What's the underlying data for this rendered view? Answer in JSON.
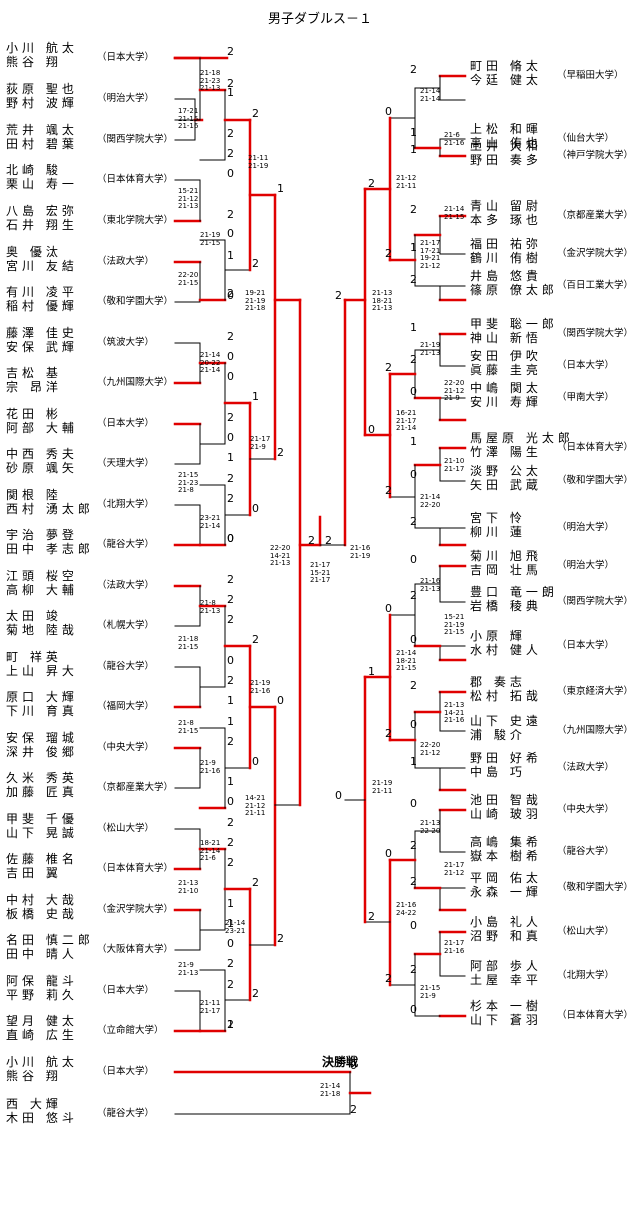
{
  "title": "男子ダブルス－１",
  "final_label": "決勝戦",
  "left_teams": [
    {
      "p1": "小川 航太",
      "p2": "熊谷 翔",
      "uni": "（日本大学）"
    },
    {
      "p1": "荻原 聖也",
      "p2": "野村 波輝",
      "uni": "（明治大学）"
    },
    {
      "p1": "荒井 颯太",
      "p2": "田村 碧葉",
      "uni": "（関西学院大学）"
    },
    {
      "p1": "北崎 駿",
      "p2": "栗山 寿一",
      "uni": "（日本体育大学）"
    },
    {
      "p1": "八島 宏弥",
      "p2": "石井 翔生",
      "uni": "（東北学院大学）"
    },
    {
      "p1": "奥 優汰",
      "p2": "宮川 友結",
      "uni": "（法政大学）"
    },
    {
      "p1": "有川 凌平",
      "p2": "稲村 優輝",
      "uni": "（敬和学園大学）"
    },
    {
      "p1": "藤澤 佳史",
      "p2": "安保 武輝",
      "uni": "（筑波大学）"
    },
    {
      "p1": "吉松 基",
      "p2": "宗 昂洋",
      "uni": "（九州国際大学）"
    },
    {
      "p1": "花田 彬",
      "p2": "阿部 大輔",
      "uni": "（日本大学）"
    },
    {
      "p1": "中西 秀夫",
      "p2": "砂原 颯矢",
      "uni": "（天理大学）"
    },
    {
      "p1": "関根 陸",
      "p2": "西村 湧太郎",
      "uni": "（北翔大学）"
    },
    {
      "p1": "宇治 夢登",
      "p2": "田中 孝志郎",
      "uni": "（龍谷大学）"
    },
    {
      "p1": "江頭 桜空",
      "p2": "高柳 大輔",
      "uni": "（法政大学）"
    },
    {
      "p1": "太田 竣",
      "p2": "菊地 陸哉",
      "uni": "（札幌大学）"
    },
    {
      "p1": "町 祥英",
      "p2": "上山 昇大",
      "uni": "（龍谷大学）"
    },
    {
      "p1": "原口 大輝",
      "p2": "下川 育真",
      "uni": "（福岡大学）"
    },
    {
      "p1": "安保 瑠城",
      "p2": "深井 俊郷",
      "uni": "（中央大学）"
    },
    {
      "p1": "久米 秀英",
      "p2": "加藤 匠真",
      "uni": "（京都産業大学）"
    },
    {
      "p1": "甲斐 千優",
      "p2": "山下 晃誠",
      "uni": "（松山大学）"
    },
    {
      "p1": "佐藤 椎名",
      "p2": "吉田 翼",
      "uni": "（日本体育大学）"
    },
    {
      "p1": "中村 大哉",
      "p2": "板橋 史哉",
      "uni": "（金沢学院大学）"
    },
    {
      "p1": "名田 慎二郎",
      "p2": "田中 晴人",
      "uni": "（大阪体育大学）"
    },
    {
      "p1": "阿保 龍斗",
      "p2": "平野 莉久",
      "uni": "（日本大学）"
    },
    {
      "p1": "望月 健太",
      "p2": "直崎 広生",
      "uni": "（立命館大学）"
    }
  ],
  "right_teams": [
    {
      "p1": "町田 脩太",
      "p2": "今廷 健太",
      "uni": "（早稲田大学）"
    },
    {
      "p1": "上松 和暉",
      "p2": "高山 侑也",
      "uni": "（仙台大学）"
    },
    {
      "p1": "土井 大和",
      "p2": "野田 奏多",
      "uni": "（神戸学院大学）"
    },
    {
      "p1": "青山 留尉",
      "p2": "本多 琢也",
      "uni": "（京都産業大学）"
    },
    {
      "p1": "福田 祐弥",
      "p2": "鶴川 侑樹",
      "uni": "（金沢学院大学）"
    },
    {
      "p1": "井島 悠貴",
      "p2": "篠原 僚太郎",
      "uni": "（百日工業大学）"
    },
    {
      "p1": "甲斐 聡一郎",
      "p2": "神山 新悟",
      "uni": "（関西学院大学）"
    },
    {
      "p1": "安田 伊吹",
      "p2": "眞藤 圭亮",
      "uni": "（日本大学）"
    },
    {
      "p1": "中嶋 関太",
      "p2": "安川 寿輝",
      "uni": "（甲南大学）"
    },
    {
      "p1": "馬屋原 光太郎",
      "p2": "竹澤 陽生",
      "uni": "（日本体育大学）"
    },
    {
      "p1": "淡野 公太",
      "p2": "矢田 武蔵",
      "uni": "（敬和学園大学）"
    },
    {
      "p1": "宮下 怜",
      "p2": "柳川 蓮",
      "uni": "（明治大学）"
    },
    {
      "p1": "菊川 旭飛",
      "p2": "吉岡 壮馬",
      "uni": "（明治大学）"
    },
    {
      "p1": "豊口 竜一朗",
      "p2": "岩橋 稜典",
      "uni": "（関西学院大学）"
    },
    {
      "p1": "小原 輝",
      "p2": "水村 健人",
      "uni": "（日本大学）"
    },
    {
      "p1": "郡 奏志",
      "p2": "松村 拓哉",
      "uni": "（東京経済大学）"
    },
    {
      "p1": "山下 史遠",
      "p2": "浦 駿介",
      "uni": "（九州国際大学）"
    },
    {
      "p1": "野田 好希",
      "p2": "中島 巧",
      "uni": "（法政大学）"
    },
    {
      "p1": "池田 智哉",
      "p2": "山崎 玻羽",
      "uni": "（中央大学）"
    },
    {
      "p1": "高嶋 集希",
      "p2": "嶽本 樹希",
      "uni": "（龍谷大学）"
    },
    {
      "p1": "平岡 佑太",
      "p2": "永森 一輝",
      "uni": "（敬和学園大学）"
    },
    {
      "p1": "小島 礼人",
      "p2": "沼野 和真",
      "uni": "（松山大学）"
    },
    {
      "p1": "阿部 歩人",
      "p2": "土屋 幸平",
      "uni": "（北翔大学）"
    },
    {
      "p1": "杉本 一樹",
      "p2": "山下 蒼羽",
      "uni": "（日本体育大学）"
    }
  ],
  "final_teams": [
    {
      "p1": "小川 航太",
      "p2": "熊谷 翔",
      "uni": "（日本大学）"
    },
    {
      "p1": "西 大輝",
      "p2": "木田 悠斗",
      "uni": "（龍谷大学）"
    }
  ],
  "scores": [
    "2",
    "1",
    "2",
    "0",
    "2",
    "1",
    "0",
    "2",
    "0",
    "2",
    "1",
    "2",
    "0",
    "2",
    "2",
    "0",
    "1",
    "2",
    "1",
    "2",
    "2",
    "1",
    "0",
    "2",
    "1",
    "2",
    "2",
    "0",
    "2",
    "0",
    "0",
    "2",
    "0",
    "2",
    "2",
    "1",
    "0",
    "2",
    "1",
    "2",
    "2",
    "2",
    "2",
    "1",
    "0",
    "2",
    "0",
    "2",
    "2",
    "1",
    "2",
    "0",
    "2",
    "2",
    "1",
    "1",
    "2",
    "1",
    "2",
    "1",
    "2",
    "0",
    "1",
    "0",
    "2",
    "0",
    "2",
    "0",
    "2",
    "0",
    "1",
    "0",
    "2",
    "2",
    "0",
    "2",
    "0",
    "0",
    "2",
    "2",
    "2",
    "0",
    "2",
    "0",
    "2",
    "2",
    "0",
    "1",
    "2",
    "2",
    "0",
    "2",
    "2",
    "0",
    "2",
    "2",
    "0",
    "2",
    "1",
    "2",
    "0",
    "2",
    "0",
    "2",
    "0"
  ],
  "game_scores": [
    "21-18\n21-23\n21-13",
    "17-21\n21-15\n21-16",
    "21-11\n21-19",
    "15-21\n21-12\n21-13",
    "21-19\n21-15",
    "22-20\n21-15",
    "19-21\n21-19\n21-18",
    "21-14\n20-22\n21-14",
    "21-17\n21-9",
    "21-15\n21-23\n21-8",
    "23-21\n21-14",
    "22-20\n14-21\n21-13",
    "21-17\n15-21\n21-17",
    "21-16\n21-19",
    "21-8\n21-13",
    "21-18\n21-15",
    "21-19\n21-16",
    "21-8\n21-15",
    "21-9\n21-16",
    "14-21\n21-12\n21-11",
    "18-21\n21-14\n21-6",
    "21-13\n21-10",
    "21-14\n23-21",
    "21-9\n21-13",
    "21-11\n21-17",
    "21-14\n21-14",
    "21-6\n21-16",
    "21-12\n21-11",
    "21-14\n21-15",
    "21-17\n17-21\n19-21\n21-12",
    "21-13\n18-21\n21-13",
    "21-19\n21-13",
    "22-20\n21-12\n21-9",
    "16-21\n21-17\n21-14",
    "21-10\n21-17",
    "21-14\n22-20",
    "21-16\n21-13",
    "15-21\n21-19\n21-15",
    "21-14\n18-21\n21-15",
    "21-13\n14-21\n21-16",
    "22-20\n21-12",
    "21-19\n21-11",
    "21-13\n22-20",
    "21-17\n21-12",
    "21-16\n24-22",
    "21-17\n21-16",
    "21-15\n21-9",
    "21-14\n21-18"
  ]
}
